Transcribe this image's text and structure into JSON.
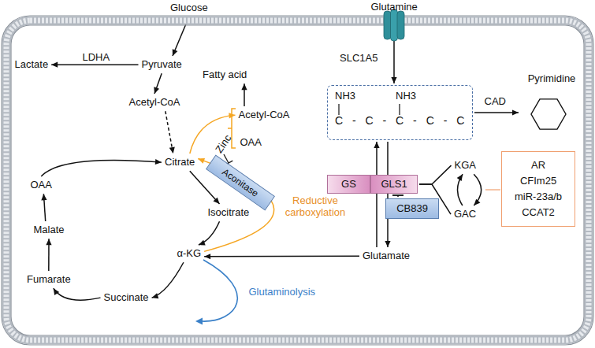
{
  "diagram": {
    "nodes": [
      {
        "text": [
          "Glucose"
        ]
      },
      {
        "text": [
          "Pyruvate"
        ]
      },
      {
        "text": [
          "Lactate"
        ]
      },
      {
        "text": [
          "Acetyl-CoA"
        ]
      },
      {
        "text": [
          "Citrate"
        ]
      },
      {
        "text": [
          "Aconitase"
        ]
      },
      {
        "text": [
          "Isocitrate"
        ]
      },
      {
        "text": [
          "α-KG"
        ]
      },
      {
        "text": [
          "Succinate"
        ]
      },
      {
        "text": [
          "Fumarate"
        ]
      },
      {
        "text": [
          "Malate"
        ]
      },
      {
        "text": [
          "OAA"
        ]
      },
      {
        "text": [
          "Fatty acid"
        ]
      },
      {
        "text": [
          "Acetyl-CoA"
        ]
      },
      {
        "text": [
          "OAA"
        ]
      },
      {
        "text": [
          "Glutamine"
        ]
      },
      {
        "text": [
          "NH3",
          "NH3",
          "C - C - C - C - C"
        ]
      },
      {
        "text": [
          "Pyrimidine"
        ]
      },
      {
        "text": [
          "GS"
        ]
      },
      {
        "text": [
          "GLS1"
        ]
      },
      {
        "text": [
          "CB839"
        ]
      },
      {
        "text": [
          "KGA"
        ]
      },
      {
        "text": [
          "GAC"
        ]
      },
      {
        "text": [
          "AR",
          "CFIm25",
          "miR-23a/b",
          "CCAT2"
        ]
      },
      {
        "text": [
          "Glutamate"
        ]
      }
    ],
    "edges": [
      {
        "from": 0,
        "to": 1,
        "arrow": "to"
      },
      {
        "from": 1,
        "to": 2,
        "label": "LDHA",
        "arrow": "to"
      },
      {
        "from": 1,
        "to": 3,
        "arrow": "to"
      },
      {
        "from": 3,
        "to": 4,
        "arrow": "to"
      },
      {
        "from": 4,
        "to": 6,
        "arrow": "to"
      },
      {
        "from": 6,
        "to": 7,
        "arrow": "to"
      },
      {
        "from": 7,
        "to": 8,
        "arrow": "to"
      },
      {
        "from": 8,
        "to": 9,
        "arrow": "to"
      },
      {
        "from": 9,
        "to": 10,
        "arrow": "to"
      },
      {
        "from": 10,
        "to": 11,
        "arrow": "to"
      },
      {
        "from": 11,
        "to": 4,
        "arrow": "to"
      },
      {
        "from": 7,
        "to": 4,
        "label": "Reductive carboxylation",
        "arrow": "to"
      },
      {
        "from": 4,
        "to": 13,
        "arrow": "to"
      },
      {
        "from": 13,
        "to": 12,
        "arrow": "to"
      },
      {
        "from": 15,
        "to": 16,
        "arrow": "to"
      },
      {
        "from": 16,
        "to": 17,
        "label": "CAD",
        "arrow": "to"
      },
      {
        "from": 16,
        "to": 24,
        "arrow": "to"
      },
      {
        "from": 24,
        "to": 16,
        "arrow": "to"
      },
      {
        "from": 24,
        "to": 7,
        "arrow": "to"
      },
      {
        "from": 20,
        "to": 19,
        "arrow": "to"
      },
      {
        "from": 19,
        "to": 21,
        "arrow": "none"
      },
      {
        "from": 19,
        "to": 22,
        "arrow": "none"
      },
      {
        "from": 21,
        "to": 22,
        "arrow": "to"
      },
      {
        "from": 22,
        "to": 21,
        "arrow": "to"
      }
    ],
    "labels": [
      "SLC1A5",
      "Zinc",
      "Glutaminolysis"
    ]
  }
}
